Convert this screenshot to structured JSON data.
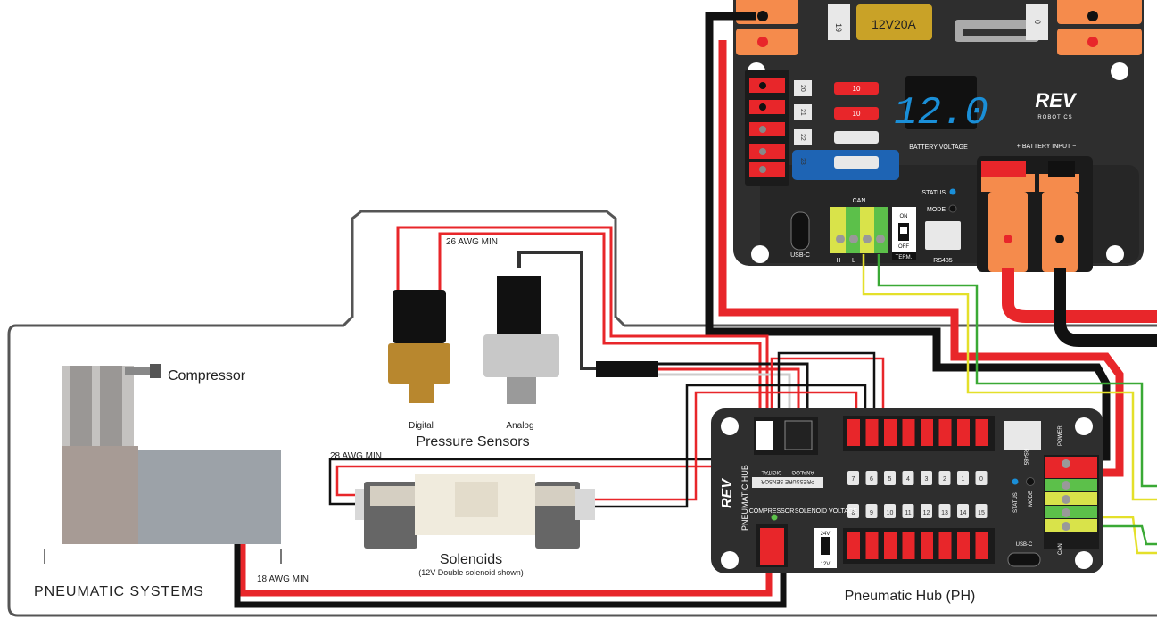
{
  "labels": {
    "compressor": "Compressor",
    "pneumatic_systems": "PNEUMATIC SYSTEMS",
    "awg18": "18 AWG MIN",
    "awg26": "26 AWG MIN",
    "awg28": "28 AWG MIN",
    "digital": "Digital",
    "analog": "Analog",
    "pressure_sensors": "Pressure Sensors",
    "solenoids": "Solenoids",
    "solenoids_note": "(12V Double solenoid shown)",
    "pneumatic_hub": "Pneumatic Hub (PH)"
  },
  "pdh": {
    "fuse_main": "12V20A",
    "channel_19": "19",
    "channel_0": "0",
    "channels_small": [
      "20",
      "21",
      "22",
      "23"
    ],
    "fuse_10a_a": "10",
    "fuse_10a_b": "10",
    "display_value": "12.0",
    "brand": "REV",
    "brand_sub": "ROBOTICS",
    "battery_voltage": "BATTERY VOLTAGE",
    "battery_input": "+  BATTERY INPUT  −",
    "can": "CAN",
    "status": "STATUS",
    "mode": "MODE",
    "usb_c": "USB-C",
    "can_h": "H",
    "can_l": "L",
    "on": "ON",
    "off": "OFF",
    "term": "TERM.",
    "rs485": "RS485",
    "status_color": "#1a8fd8"
  },
  "ph": {
    "brand": "REV",
    "name_vertical": "PNEUMATIC HUB",
    "pressure_sensor": "PRESSURE SENSOR",
    "digital": "DIGITAL",
    "analog": "ANALOG",
    "compressor": "COMPRESSOR",
    "solenoid_voltage": "SOLENOID\nVOLTAGE",
    "volt_24": "24V",
    "volt_12": "12V",
    "top_channels": [
      "7",
      "6",
      "5",
      "4",
      "3",
      "2",
      "1",
      "0"
    ],
    "bottom_channels": [
      "8",
      "9",
      "10",
      "11",
      "12",
      "13",
      "14",
      "15"
    ],
    "rs485": "RS485",
    "power": "POWER",
    "status": "STATUS",
    "mode": "MODE",
    "usb_c": "USB-C",
    "can": "CAN"
  },
  "colors": {
    "red_wire": "#e8262a",
    "black_wire": "#111111",
    "green_wire": "#3aa935",
    "yellow_wire": "#e4e02a",
    "device_body": "#2e2e2e",
    "anderson_orange": "#f58b4c",
    "can_terminal_green": "#5cc04a",
    "can_terminal_yellow": "#d9e34a"
  }
}
